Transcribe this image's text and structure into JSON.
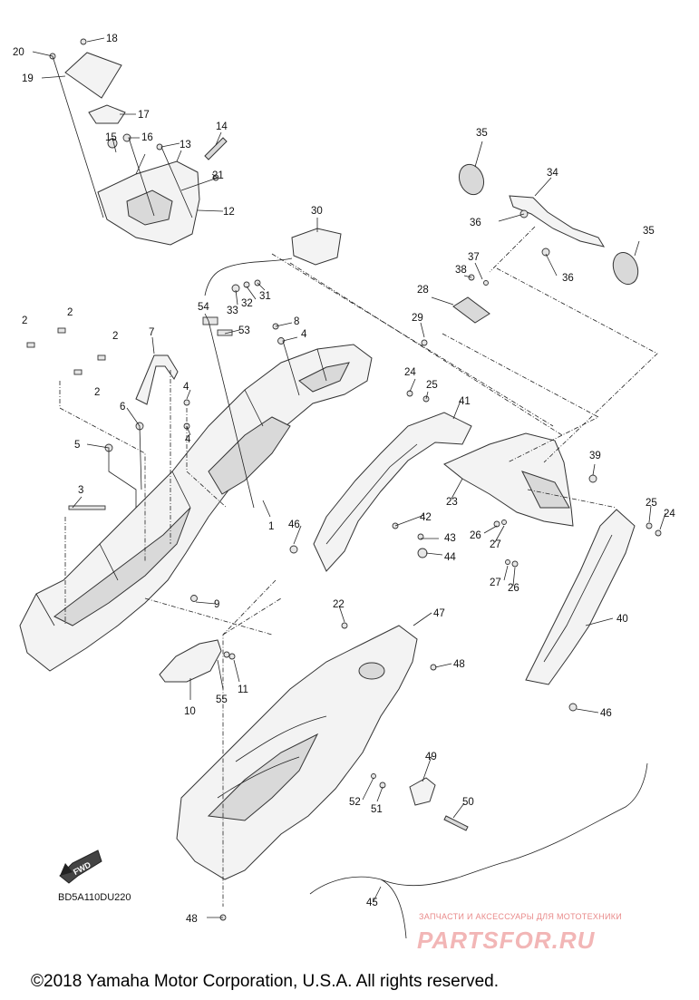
{
  "diagram": {
    "callouts": [
      {
        "num": "1"
      },
      {
        "num": "2"
      },
      {
        "num": "3"
      },
      {
        "num": "4"
      },
      {
        "num": "5"
      },
      {
        "num": "6"
      },
      {
        "num": "7"
      },
      {
        "num": "8"
      },
      {
        "num": "9"
      },
      {
        "num": "10"
      },
      {
        "num": "11"
      },
      {
        "num": "12"
      },
      {
        "num": "13"
      },
      {
        "num": "14"
      },
      {
        "num": "15"
      },
      {
        "num": "16"
      },
      {
        "num": "17"
      },
      {
        "num": "18"
      },
      {
        "num": "19"
      },
      {
        "num": "20"
      },
      {
        "num": "21"
      },
      {
        "num": "22"
      },
      {
        "num": "23"
      },
      {
        "num": "24"
      },
      {
        "num": "25"
      },
      {
        "num": "26"
      },
      {
        "num": "27"
      },
      {
        "num": "28"
      },
      {
        "num": "29"
      },
      {
        "num": "30"
      },
      {
        "num": "31"
      },
      {
        "num": "32"
      },
      {
        "num": "33"
      },
      {
        "num": "34"
      },
      {
        "num": "35"
      },
      {
        "num": "36"
      },
      {
        "num": "37"
      },
      {
        "num": "38"
      },
      {
        "num": "39"
      },
      {
        "num": "40"
      },
      {
        "num": "41"
      },
      {
        "num": "42"
      },
      {
        "num": "43"
      },
      {
        "num": "44"
      },
      {
        "num": "45"
      },
      {
        "num": "46"
      },
      {
        "num": "47"
      },
      {
        "num": "48"
      },
      {
        "num": "49"
      },
      {
        "num": "50"
      },
      {
        "num": "51"
      },
      {
        "num": "52"
      },
      {
        "num": "53"
      },
      {
        "num": "54"
      },
      {
        "num": "55"
      }
    ],
    "direction_badge": "FWD",
    "diagram_code": "BD5A110DU220",
    "copyright": "©2018 Yamaha Motor Corporation, U.S.A. All rights reserved."
  },
  "watermark": {
    "tagline": "ЗАПЧАСТИ И АКСЕССУАРЫ ДЛЯ МОТОТЕХНИКИ",
    "brand": "PARTSFOR.RU",
    "color": "#e98a8a"
  }
}
